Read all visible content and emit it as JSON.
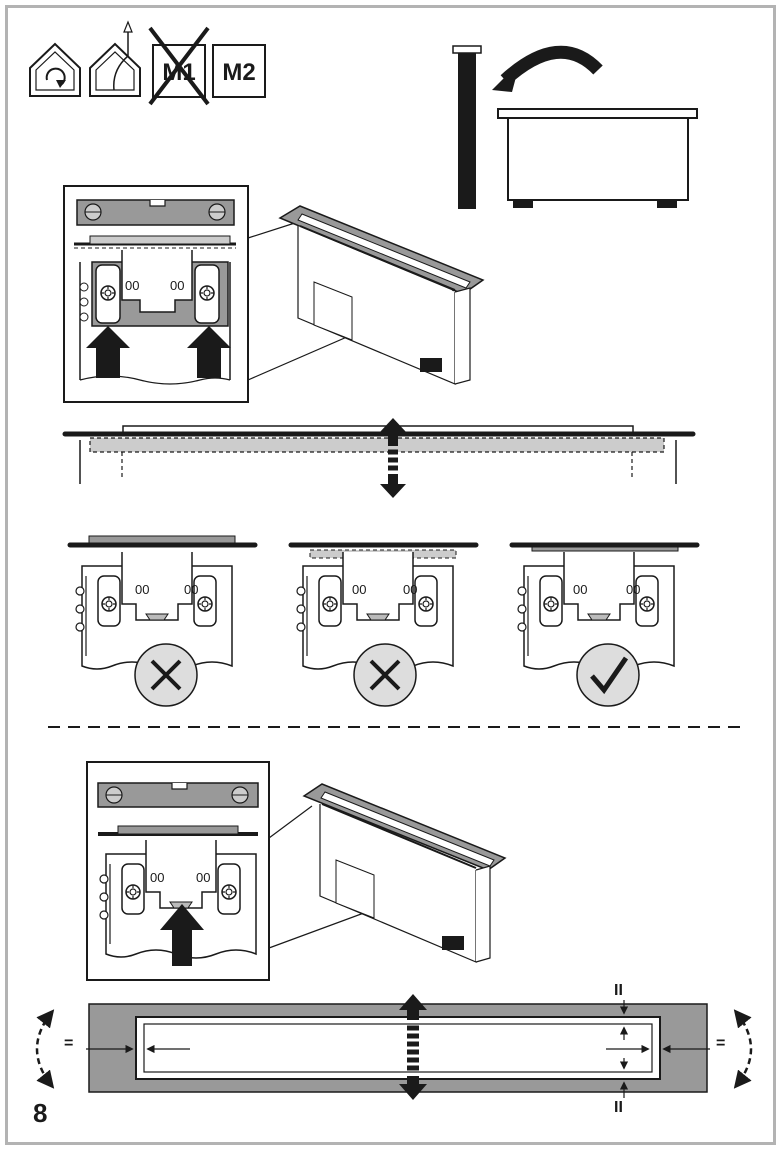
{
  "install_modes": {
    "m1_label": "M1",
    "m2_label": "M2"
  },
  "bracket_labels": {
    "hole": "00"
  },
  "dimension_marks": {
    "equal": "=",
    "parallel": "II"
  },
  "page_number": "8",
  "colors": {
    "line": "#1a1a1a",
    "frame": "#b3b3b3",
    "panel_gray": "#999999",
    "light_gray": "#cccccc",
    "check_circle": "#dddddd"
  }
}
